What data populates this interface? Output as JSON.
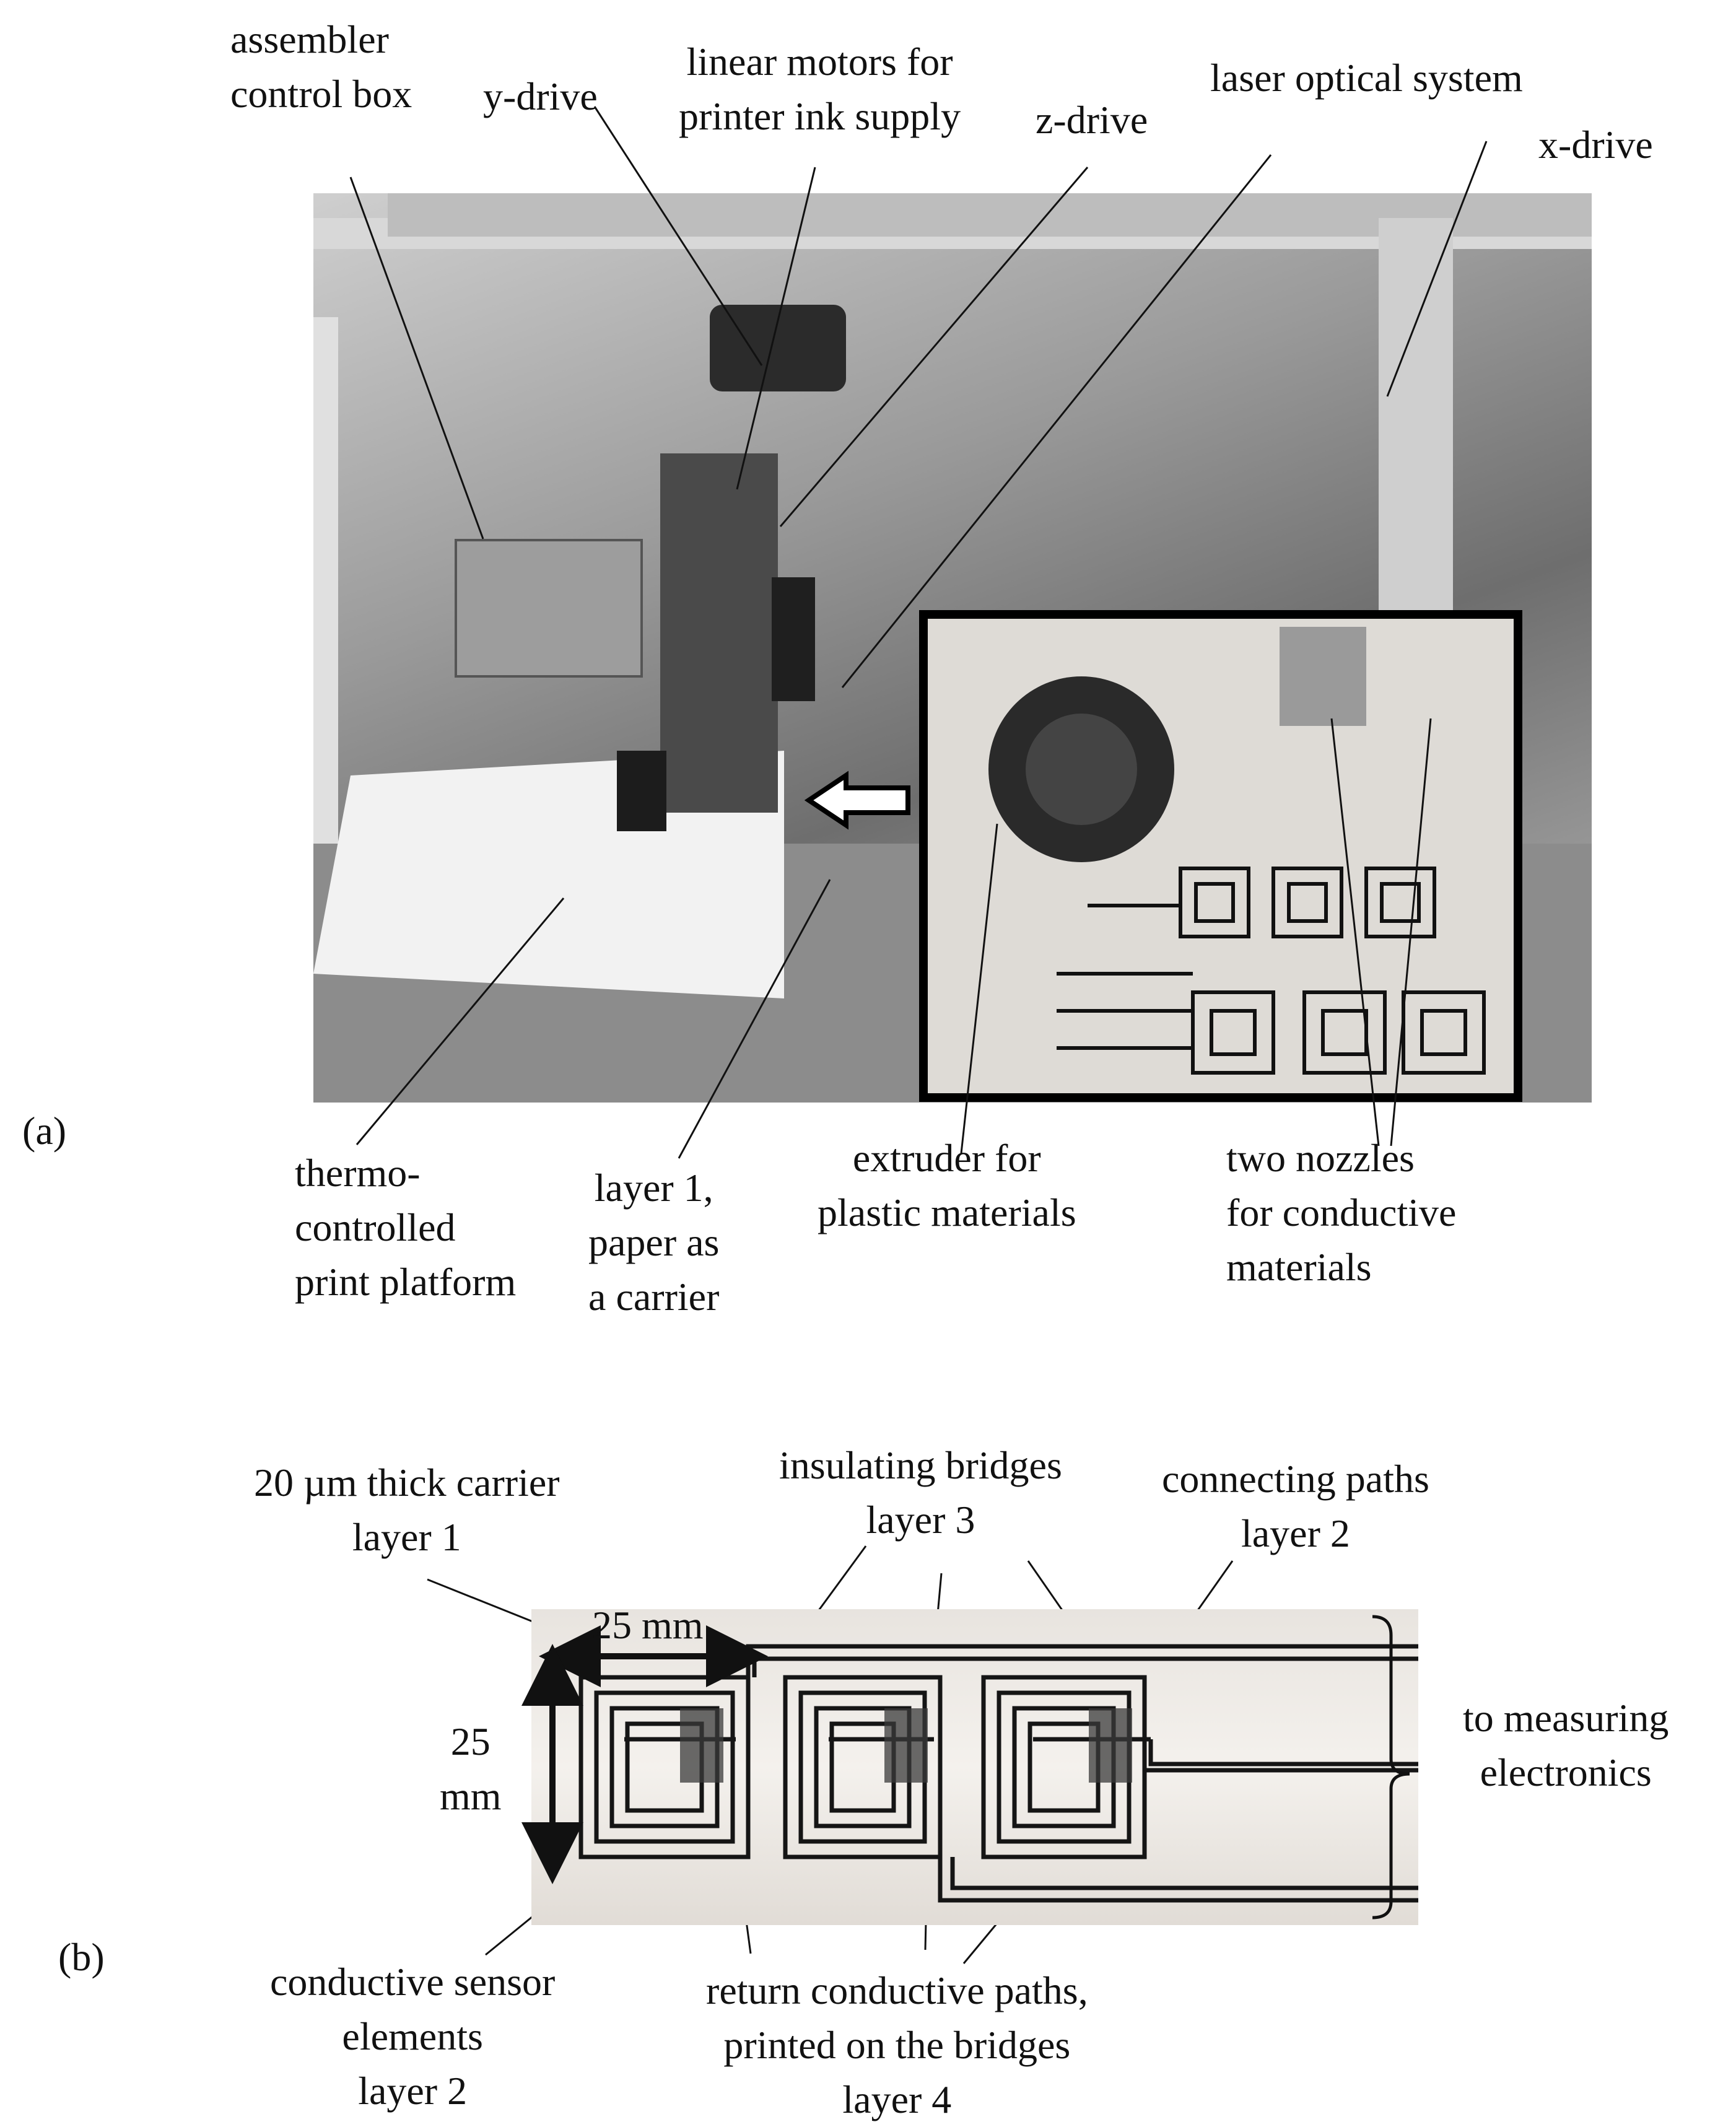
{
  "panel_a": {
    "marker": "(a)",
    "labels": {
      "assembler": [
        "assembler",
        "control box"
      ],
      "y_drive": "y-drive",
      "linear_motors": [
        "linear motors for",
        "printer ink supply"
      ],
      "z_drive": "z-drive",
      "laser": "laser optical system",
      "x_drive": "x-drive",
      "thermo": [
        "thermo-",
        "controlled",
        "print platform"
      ],
      "layer1": [
        "layer 1,",
        "paper as",
        "a carrier"
      ],
      "extruder": [
        "extruder for",
        "plastic materials"
      ],
      "nozzles": [
        "two nozzles",
        "for conductive",
        "materials"
      ]
    }
  },
  "panel_b": {
    "marker": "(b)",
    "labels": {
      "carrier": [
        "20 µm thick carrier",
        "layer 1"
      ],
      "bridges": [
        "insulating bridges",
        "layer 3"
      ],
      "connecting": [
        "connecting paths",
        "layer 2"
      ],
      "dim_h": "25 mm",
      "dim_v": [
        "25",
        "mm"
      ],
      "measuring": [
        "to measuring",
        "electronics"
      ],
      "sensor": [
        "conductive sensor",
        "elements",
        "layer 2"
      ],
      "return": [
        "return conductive paths,",
        "printed on the bridges",
        "layer 4"
      ]
    }
  }
}
